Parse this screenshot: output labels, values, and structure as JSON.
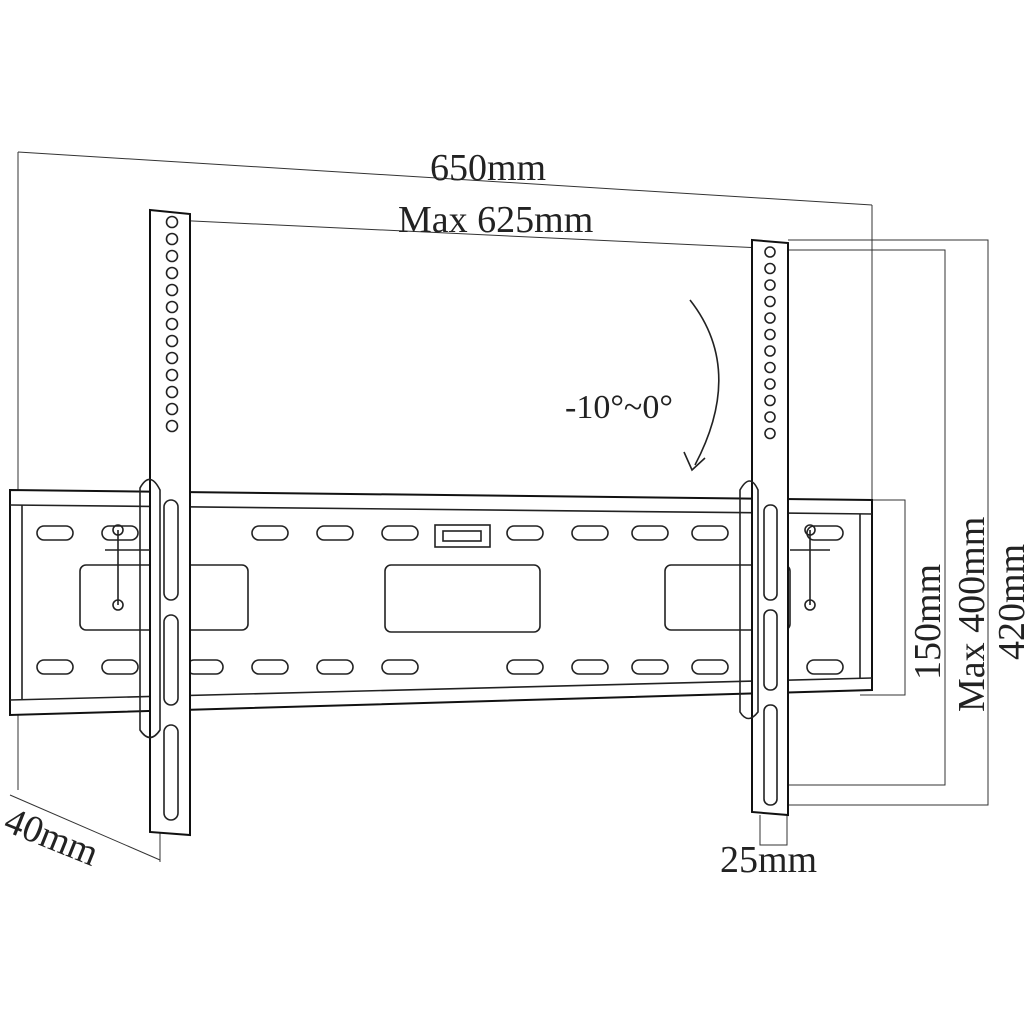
{
  "diagram": {
    "title": "Tilting TV wall mount dimensions",
    "labels": {
      "overall_width": "650mm",
      "max_vesa_width": "Max 625mm",
      "tilt_range": "-10°~0°",
      "rail_height": "150mm",
      "max_vesa_height": "Max 400mm",
      "overall_height": "420mm",
      "depth": "40mm",
      "arm_width": "25mm"
    },
    "colors": {
      "line": "#222222",
      "background": "#ffffff"
    }
  }
}
